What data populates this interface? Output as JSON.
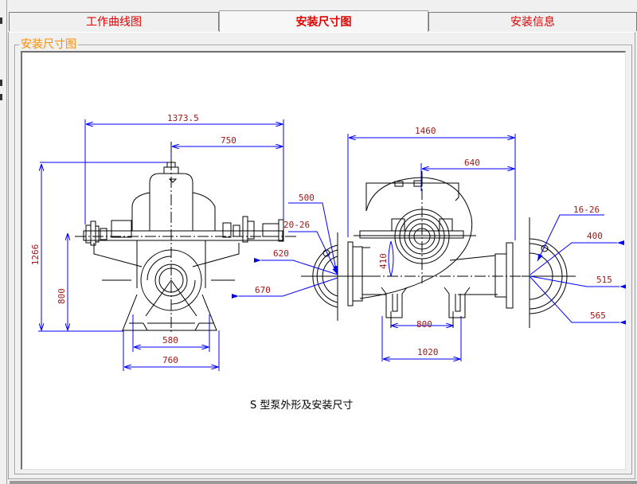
{
  "tabs": [
    {
      "label": "工作曲线图",
      "active": false
    },
    {
      "label": "安装尺寸图",
      "active": true
    },
    {
      "label": "安装信息",
      "active": false
    }
  ],
  "groupbox": {
    "title": "安装尺寸图"
  },
  "drawing": {
    "caption": "S 型泵外形及安装尺寸",
    "side_view": {
      "overall_length": "1373.5",
      "shaft_to_end": "750",
      "total_height": "1266",
      "center_height": "800",
      "base_bolt_spacing": "580",
      "base_width": "760"
    },
    "inlet_flange": {
      "bolt_circle": "500",
      "bolt_holes": "20-26",
      "raised_face": "620",
      "outer_diameter": "670"
    },
    "front_view": {
      "overall_width": "1460",
      "center_to_end": "640",
      "outlet_offset": "410",
      "foot_bolt_spacing": "800",
      "foot_width": "1020"
    },
    "outlet_flange": {
      "bolt_holes": "16-26",
      "bolt_circle": "400",
      "raised_face": "515",
      "outer_diameter": "565"
    }
  },
  "colors": {
    "tab_text": "#e00000",
    "group_title": "#ff8c00",
    "dimension_line": "#0000ff",
    "dimension_text": "#a01818"
  }
}
